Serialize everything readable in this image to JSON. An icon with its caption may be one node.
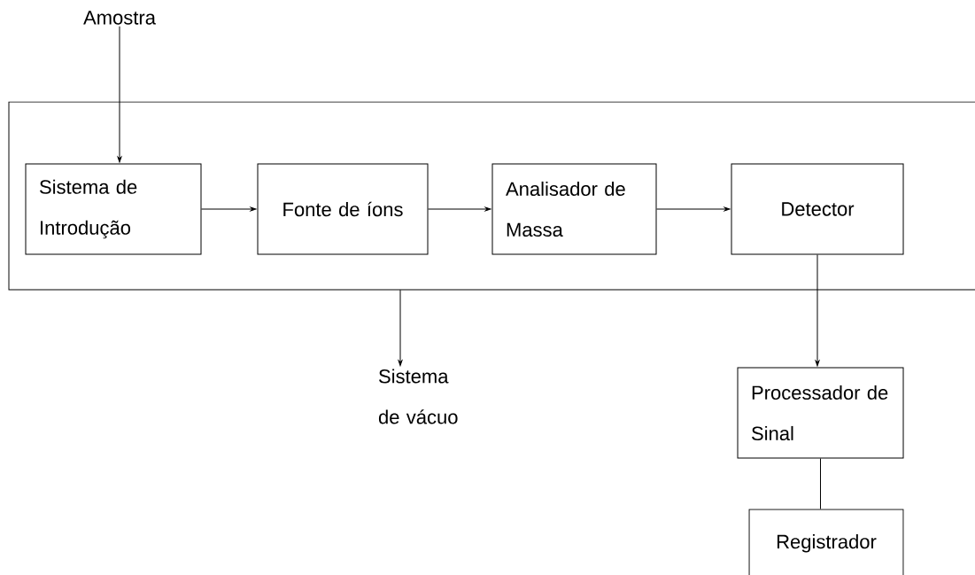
{
  "diagram": {
    "nodes": [
      {
        "text": [
          "Amostra"
        ]
      },
      {
        "text": [],
        "shape": "box"
      },
      {
        "text": [
          "Sistema de Introdução"
        ],
        "in": 1
      },
      {
        "text": [
          "Fonte de íons"
        ],
        "in": 1
      },
      {
        "text": [
          "Analisador de Massa"
        ],
        "in": 1
      },
      {
        "text": [
          "Detector"
        ],
        "in": 1
      },
      {
        "text": [
          "Sistema de vácuo"
        ]
      },
      {
        "text": [
          "Processador de Sinal"
        ]
      },
      {
        "text": [
          "Registrador"
        ]
      }
    ],
    "edges": [
      {
        "from": 0,
        "to": 2,
        "arrow": "to"
      },
      {
        "from": 2,
        "to": 3,
        "arrow": "to"
      },
      {
        "from": 3,
        "to": 4,
        "arrow": "to"
      },
      {
        "from": 4,
        "to": 5,
        "arrow": "to"
      },
      {
        "from": 1,
        "to": 6,
        "arrow": "to"
      },
      {
        "from": 5,
        "to": 7,
        "arrow": "to"
      },
      {
        "from": 7,
        "to": 8,
        "arrow": "none"
      }
    ]
  }
}
